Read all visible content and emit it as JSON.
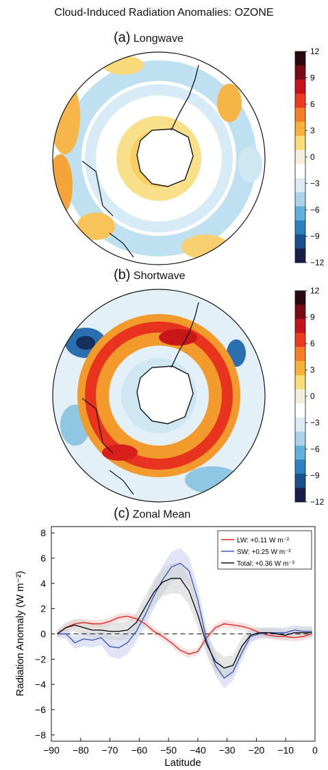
{
  "title": "Cloud-Induced Radiation Anomalies: OZONE",
  "panels": [
    {
      "letter": "(a)",
      "name": "Longwave"
    },
    {
      "letter": "(b)",
      "name": "Shortwave"
    },
    {
      "letter": "(c)",
      "name": "Zonal Mean"
    }
  ],
  "colorbar": {
    "ticks": [
      "12",
      "9",
      "6",
      "3",
      "0",
      "−3",
      "−6",
      "−9",
      "−12"
    ],
    "colors": [
      "#2a0a10",
      "#7a0a14",
      "#c3141a",
      "#ee3a1e",
      "#f57e26",
      "#f7b135",
      "#f8dc75",
      "#f3efd8",
      "#ffffff",
      "#dcecf4",
      "#a9d4e8",
      "#5fb0da",
      "#2a80c0",
      "#1a4f90",
      "#16204a"
    ]
  },
  "chart_data": {
    "type": "line",
    "xlabel": "Latitude",
    "ylabel": "Radiation Anomaly (W m⁻²)",
    "xlim": [
      -90,
      0
    ],
    "ylim": [
      -8.5,
      8.5
    ],
    "xticks": [
      "−90",
      "−80",
      "−70",
      "−60",
      "−50",
      "−40",
      "−30",
      "−20",
      "−10",
      "0"
    ],
    "yticks": [
      "8",
      "6",
      "4",
      "2",
      "0",
      "−2",
      "−4",
      "−6",
      "−8"
    ],
    "legend_position": "top-right",
    "x": [
      -88,
      -85,
      -82,
      -79,
      -76,
      -73,
      -70,
      -67,
      -64,
      -61,
      -58,
      -55,
      -52,
      -49,
      -46,
      -43,
      -40,
      -37,
      -34,
      -31,
      -28,
      -25,
      -22,
      -19,
      -16,
      -13,
      -10,
      -7,
      -4,
      -1
    ],
    "series": [
      {
        "name": "LW:   +0.11 W m⁻²",
        "color": "#e0251f",
        "values": [
          0.0,
          0.5,
          0.8,
          0.9,
          0.8,
          0.8,
          1.0,
          1.3,
          1.4,
          1.2,
          0.8,
          0.2,
          -0.2,
          -0.7,
          -1.3,
          -1.6,
          -1.4,
          -0.3,
          0.5,
          0.8,
          0.7,
          0.6,
          0.4,
          0.1,
          -0.1,
          -0.2,
          -0.2,
          -0.3,
          -0.2,
          0.0
        ],
        "band": [
          0.3,
          0.3,
          0.3,
          0.3,
          0.3,
          0.3,
          0.3,
          0.3,
          0.3,
          0.3,
          0.3,
          0.3,
          0.3,
          0.3,
          0.3,
          0.3,
          0.3,
          0.3,
          0.3,
          0.3,
          0.3,
          0.3,
          0.3,
          0.3,
          0.3,
          0.3,
          0.3,
          0.3,
          0.3,
          0.3
        ]
      },
      {
        "name": "SW:   +0.25 W m⁻²",
        "color": "#3b5bb8",
        "values": [
          0.0,
          0.0,
          -0.7,
          -0.4,
          -0.5,
          -0.3,
          -1.0,
          -1.1,
          -0.7,
          0.2,
          1.5,
          3.0,
          4.3,
          5.3,
          5.6,
          5.0,
          2.7,
          -0.5,
          -2.5,
          -3.5,
          -3.0,
          -1.5,
          -0.2,
          0.0,
          0.1,
          0.1,
          0.1,
          0.3,
          0.2,
          0.2
        ],
        "band": [
          0.3,
          0.4,
          0.5,
          0.6,
          0.6,
          0.6,
          0.8,
          0.9,
          0.9,
          0.8,
          0.9,
          1.0,
          1.1,
          1.2,
          1.2,
          1.1,
          1.0,
          0.9,
          0.8,
          0.8,
          0.7,
          0.6,
          0.5,
          0.4,
          0.4,
          0.4,
          0.4,
          0.4,
          0.4,
          0.4
        ]
      },
      {
        "name": "Total: +0.36 W m⁻²",
        "color": "#111111",
        "values": [
          0.0,
          0.5,
          0.7,
          0.5,
          0.3,
          0.3,
          0.2,
          0.2,
          0.3,
          0.9,
          2.1,
          3.3,
          4.1,
          4.4,
          4.4,
          3.4,
          1.5,
          -0.8,
          -2.2,
          -2.7,
          -2.5,
          -1.0,
          -0.1,
          0.1,
          0.1,
          0.0,
          -0.1,
          0.1,
          0.1,
          0.1
        ],
        "band": [
          0.3,
          0.4,
          0.5,
          0.6,
          0.6,
          0.6,
          0.7,
          0.7,
          0.7,
          0.8,
          0.9,
          1.0,
          1.1,
          1.2,
          1.2,
          1.1,
          1.0,
          0.9,
          0.9,
          0.9,
          0.8,
          0.7,
          0.5,
          0.4,
          0.4,
          0.4,
          0.4,
          0.4,
          0.4,
          0.4
        ]
      }
    ]
  }
}
